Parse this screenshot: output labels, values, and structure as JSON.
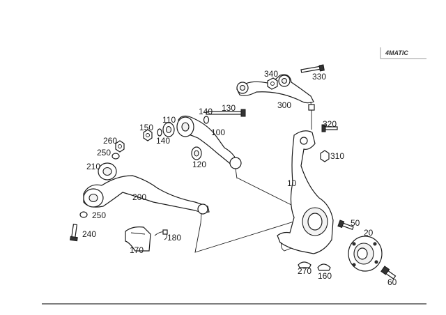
{
  "badge": {
    "text": "4MATIC"
  },
  "labels": [
    {
      "id": "340",
      "text": "340"
    },
    {
      "id": "330",
      "text": "330"
    },
    {
      "id": "300",
      "text": "300"
    },
    {
      "id": "140a",
      "text": "140"
    },
    {
      "id": "130",
      "text": "130"
    },
    {
      "id": "110",
      "text": "110"
    },
    {
      "id": "150",
      "text": "150"
    },
    {
      "id": "140b",
      "text": "140"
    },
    {
      "id": "100",
      "text": "100"
    },
    {
      "id": "120",
      "text": "120"
    },
    {
      "id": "320",
      "text": "320"
    },
    {
      "id": "310",
      "text": "310"
    },
    {
      "id": "260",
      "text": "260"
    },
    {
      "id": "250a",
      "text": "250"
    },
    {
      "id": "210",
      "text": "210"
    },
    {
      "id": "200",
      "text": "200"
    },
    {
      "id": "250b",
      "text": "250"
    },
    {
      "id": "240",
      "text": "240"
    },
    {
      "id": "10",
      "text": "10"
    },
    {
      "id": "50",
      "text": "50"
    },
    {
      "id": "20",
      "text": "20"
    },
    {
      "id": "180",
      "text": "180"
    },
    {
      "id": "170",
      "text": "170"
    },
    {
      "id": "270",
      "text": "270"
    },
    {
      "id": "160",
      "text": "160"
    },
    {
      "id": "60",
      "text": "60"
    }
  ]
}
